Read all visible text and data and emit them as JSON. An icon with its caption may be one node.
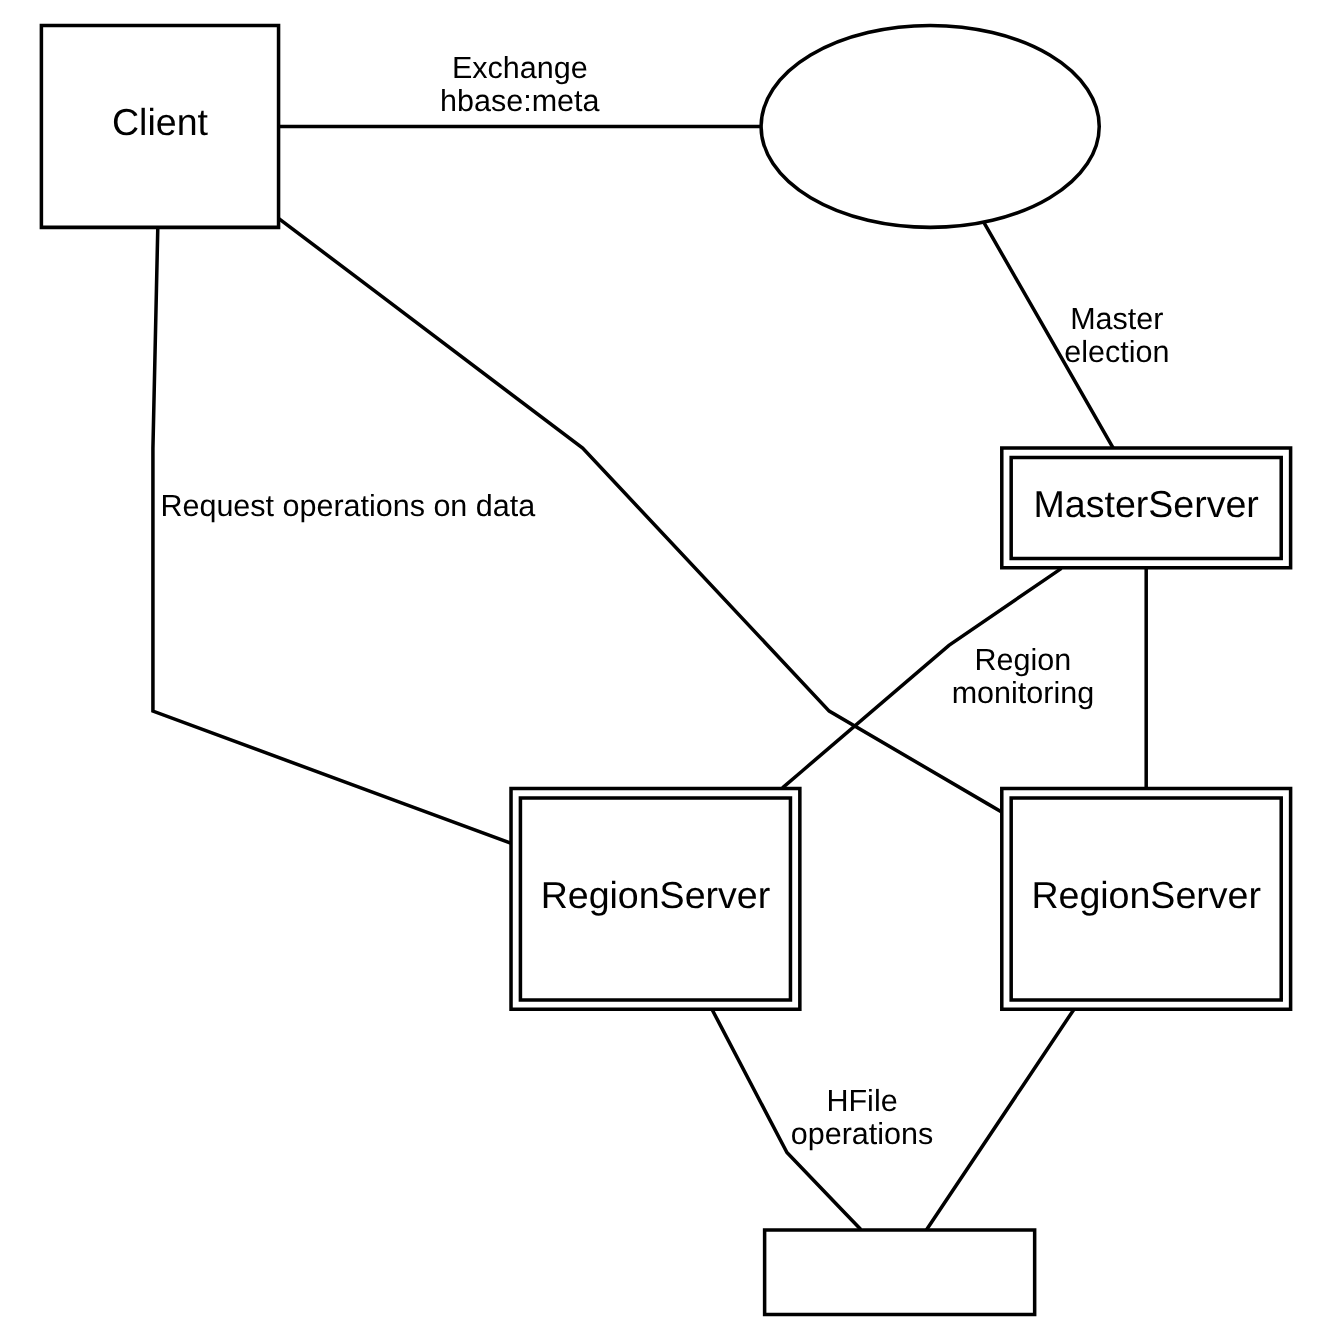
{
  "diagram": {
    "nodes": [
      {
        "text": [
          "Client"
        ]
      },
      {
        "text": [],
        "shape": "cloud"
      },
      {
        "text": [
          "MasterServer"
        ]
      },
      {
        "text": [
          "RegionServer"
        ]
      },
      {
        "text": [
          "RegionServer"
        ]
      },
      {
        "text": [],
        "shape": "box"
      }
    ],
    "edges": [
      {
        "from": 0,
        "to": 1,
        "arrow": "none",
        "label": "Exchange hbase:meta"
      },
      {
        "from": 0,
        "to": 4,
        "arrow": "none"
      },
      {
        "from": 0,
        "to": 3,
        "arrow": "none",
        "label": "Request operations on data"
      },
      {
        "from": 1,
        "to": 2,
        "arrow": "none",
        "label": "Master election"
      },
      {
        "from": 2,
        "to": 3,
        "arrow": "none",
        "label": "Region monitoring"
      },
      {
        "from": 2,
        "to": 4,
        "arrow": "none"
      },
      {
        "from": 3,
        "to": 5,
        "arrow": "none",
        "label": "HFile operations"
      },
      {
        "from": 4,
        "to": 5,
        "arrow": "none"
      }
    ]
  }
}
